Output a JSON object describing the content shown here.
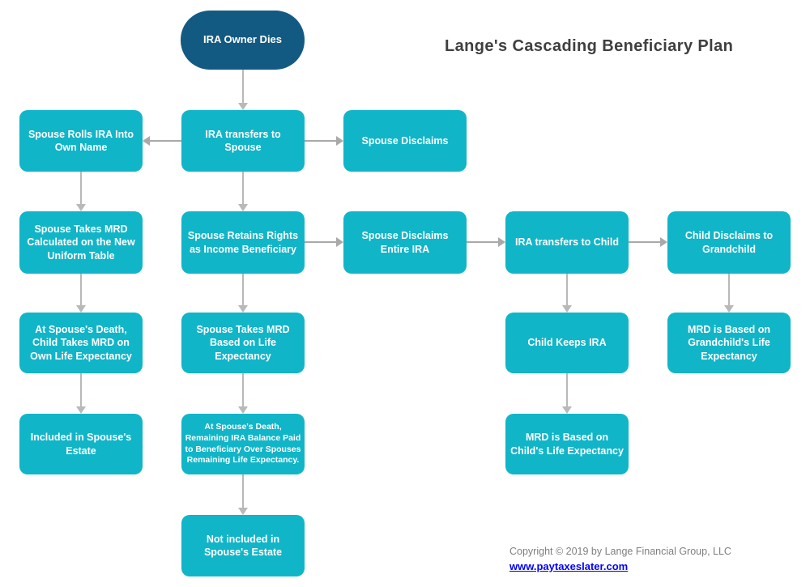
{
  "title": "Lange's Cascading Beneficiary Plan",
  "colors": {
    "node_teal": "#11b5c8",
    "start_blue": "#135a82",
    "arrow_gray": "#a9a9a9",
    "title_gray": "#3f3f3f",
    "copyright_gray": "#7f7f7f",
    "link_blue": "#0000ff"
  },
  "nodes": {
    "start": "IRA Owner Dies",
    "spouse_rolls": "Spouse Rolls IRA Into\nOwn Name",
    "transfers_spouse": "IRA transfers to\nSpouse",
    "spouse_disclaims": "Spouse Disclaims",
    "mrd_uniform": "Spouse Takes MRD\nCalculated on the New\nUniform Table",
    "retains_rights": "Spouse Retains Rights\nas Income Beneficiary",
    "disclaims_entire": "Spouse Disclaims\nEntire IRA",
    "transfers_child": "IRA transfers to Child",
    "child_disclaims": "Child Disclaims to\nGrandchild",
    "death_child_mrd": "At Spouse's Death,\nChild Takes MRD on\nOwn Life Expectancy",
    "mrd_life": "Spouse Takes MRD\nBased on Life\nExpectancy",
    "child_keeps": "Child Keeps IRA",
    "mrd_grandchild": "MRD is Based on\nGrandchild's Life\nExpectancy",
    "included_estate": "Included in Spouse's\nEstate",
    "death_remaining": "At Spouse's Death,\nRemaining IRA Balance Paid\nto Beneficiary Over Spouses\nRemaining Life Expectancy.",
    "mrd_child": "MRD is Based on\nChild's Life Expectancy",
    "not_included": "Not included in\nSpouse's Estate"
  },
  "footer": {
    "copyright": "Copyright © 2019 by Lange Financial Group, LLC",
    "link": "www.paytaxeslater.com"
  }
}
